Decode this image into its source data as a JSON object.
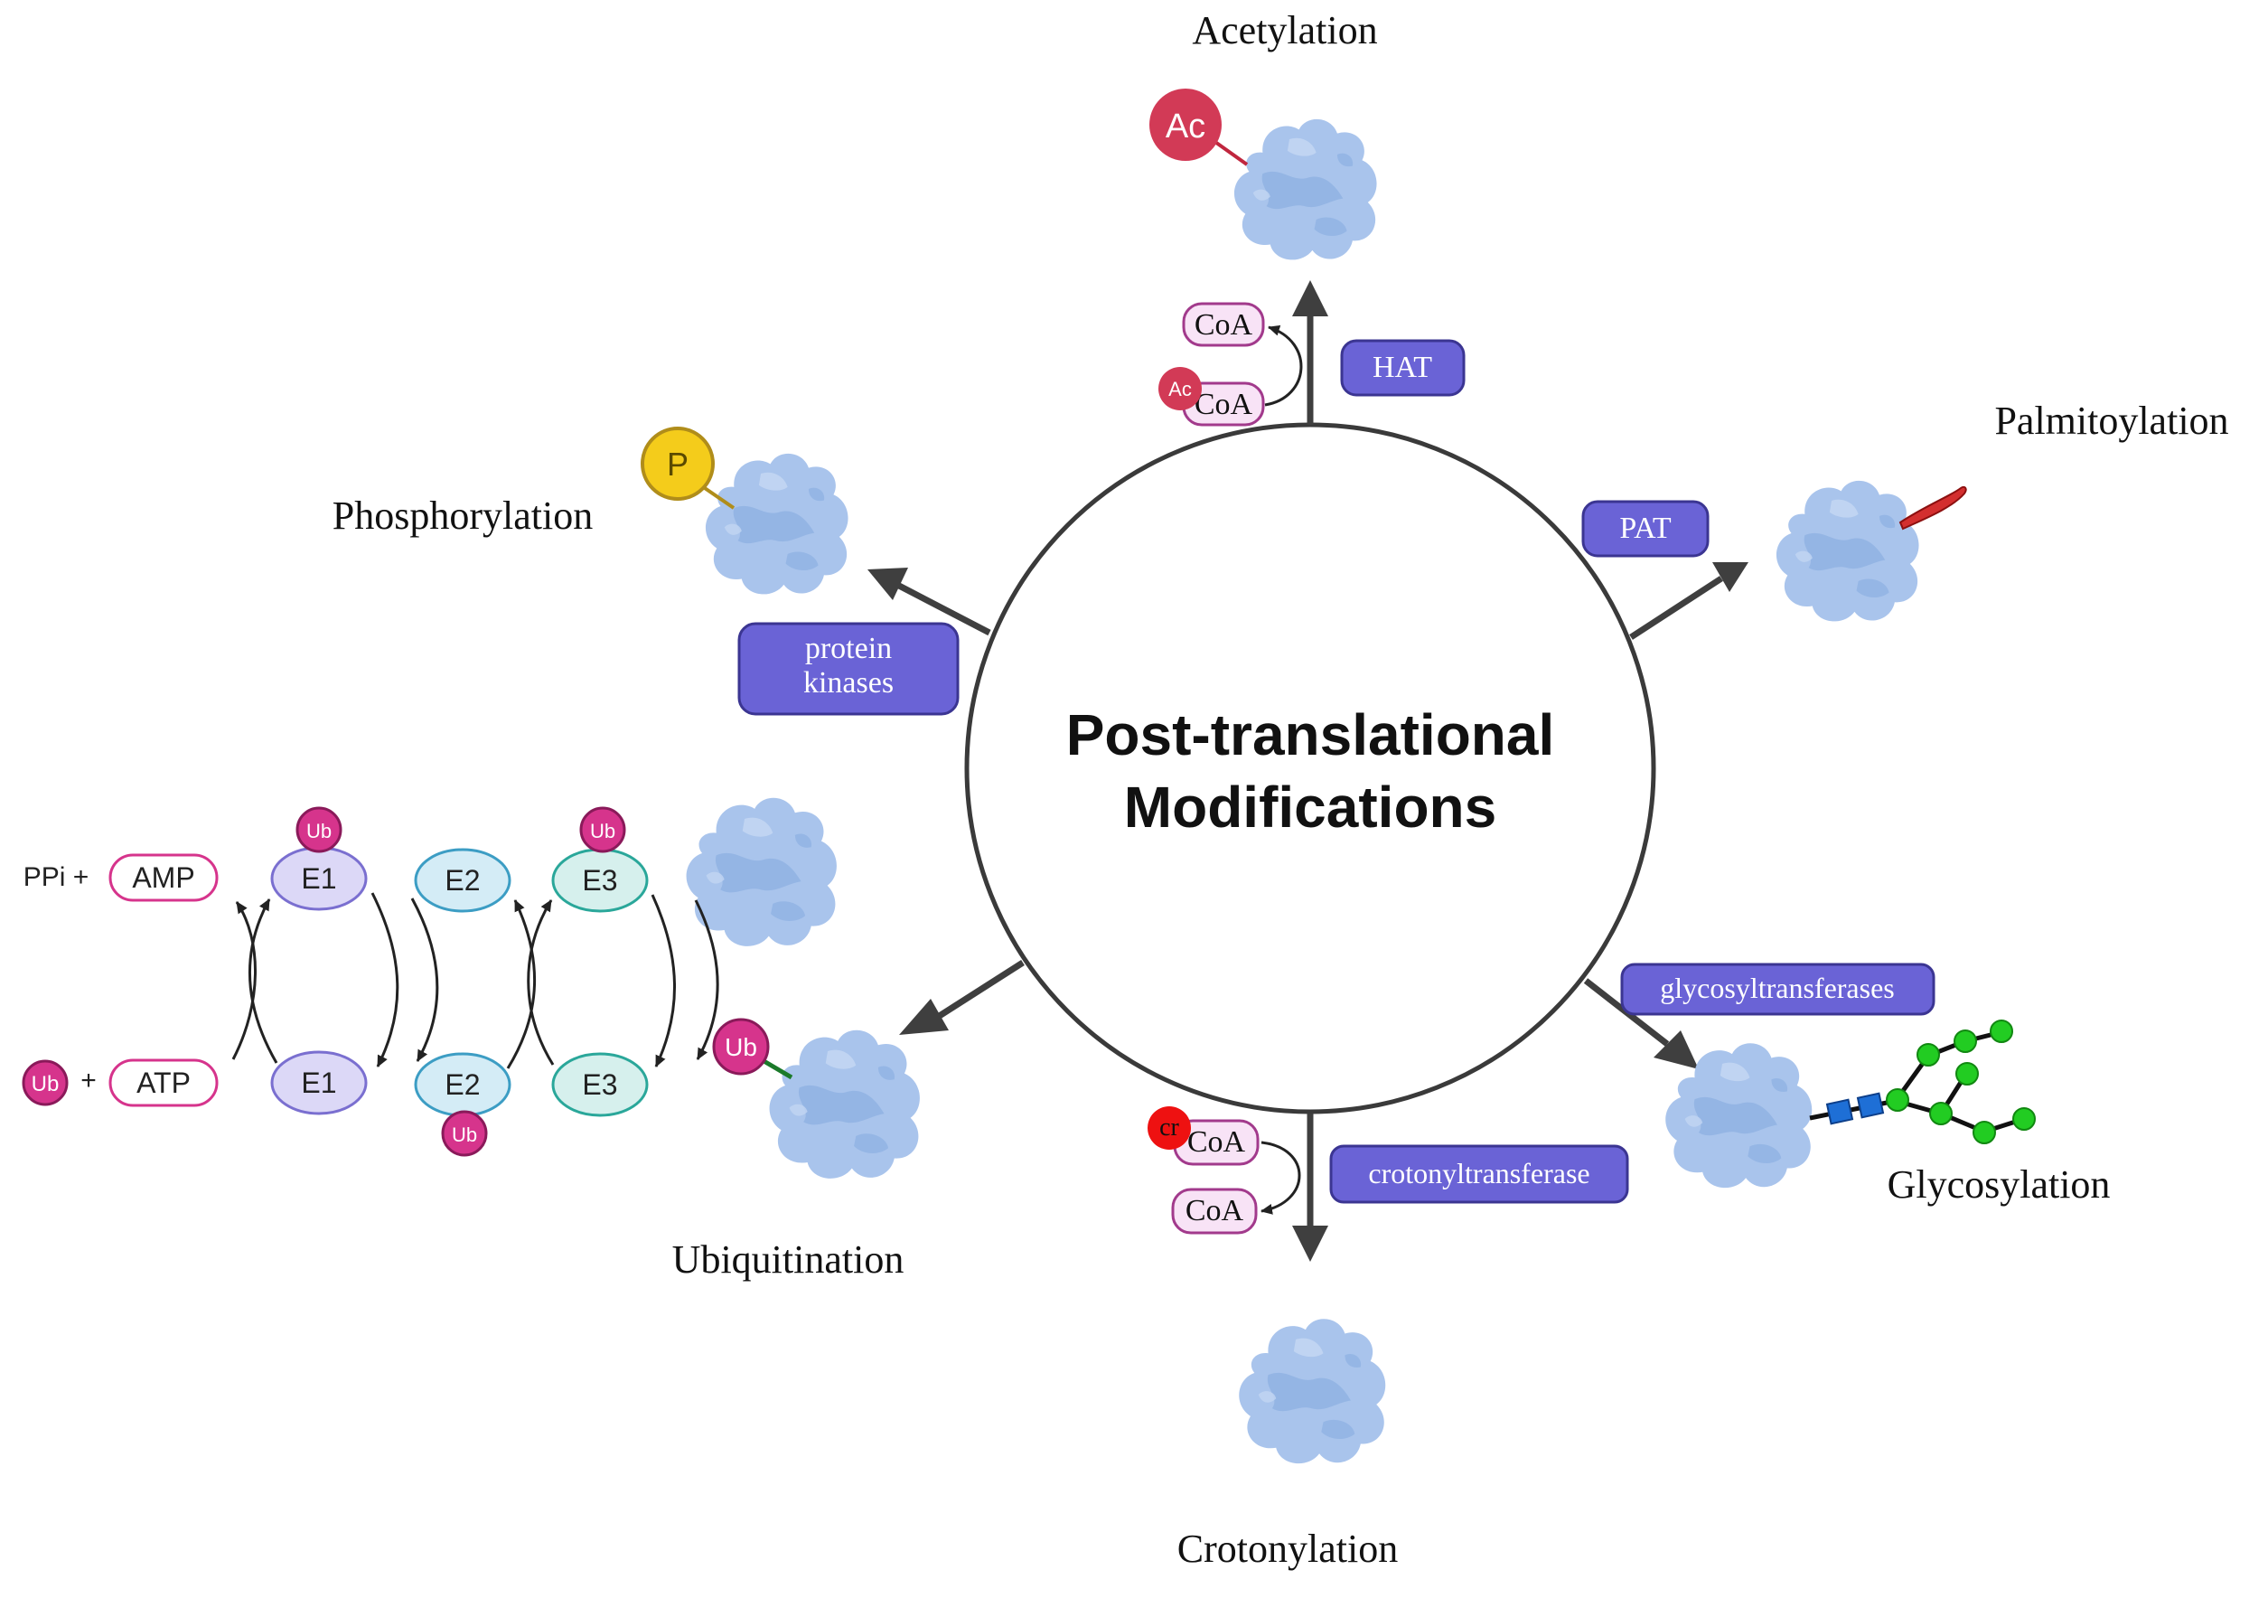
{
  "center": {
    "line1": "Post-translational",
    "line2": "Modifications"
  },
  "modifications": {
    "acetylation": "Acetylation",
    "palmitoylation": "Palmitoylation",
    "phosphorylation": "Phosphorylation",
    "glycosylation": "Glycosylation",
    "crotonylation": "Crotonylation",
    "ubiquitination": "Ubiquitination"
  },
  "enzymes": {
    "hat": "HAT",
    "pat": "PAT",
    "protein_kinases_line1": "protein",
    "protein_kinases_line2": "kinases",
    "glycosyltransferases": "glycosyltransferases",
    "crotonyltransferase": "crotonyltransferase"
  },
  "tags": {
    "ac": "Ac",
    "p": "P",
    "ub": "Ub",
    "cr": "cr",
    "coa": "CoA"
  },
  "ubiquitination_cascade": {
    "ppi": "PPi +",
    "amp": "AMP",
    "plus": "+",
    "atp": "ATP",
    "e1": "E1",
    "e2": "E2",
    "e3": "E3"
  },
  "colors": {
    "enzyme_box": "#6a63d6",
    "enzyme_box_border": "#3b3592",
    "protein": "#a9c4ec",
    "ac_tag": "#d23a56",
    "p_tag": "#f4cc1b",
    "ub_tag": "#d6348c",
    "cr_tag": "#ee1111",
    "coa_fill": "#f8e3f6",
    "coa_stroke": "#a23a8c",
    "e1_fill": "#dcd8f7",
    "e2_fill": "#d4ecf6",
    "e3_fill": "#d6f0ed",
    "arrow": "#3f3f3f",
    "glycan_green": "#22cc22",
    "glycan_blue": "#1e6fd6",
    "palmitoyl": "#d32f2f"
  }
}
